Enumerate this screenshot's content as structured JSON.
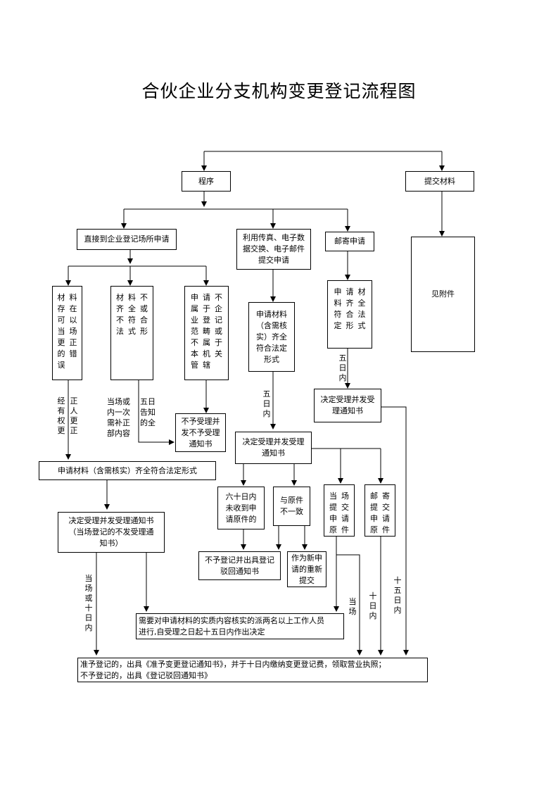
{
  "title": "合伙企业分支机构变更登记流程图",
  "nodes": {
    "procedure": "程序",
    "submit_materials": "提交材料",
    "see_attachment": "见附件",
    "direct_apply": "直接到企业登记场所申请",
    "electronic_apply": "利用传真、电子数\n据交换、电子邮件\n提交申请",
    "mail_apply": "邮寄申请",
    "correct_on_site": [
      "材存可当更的误",
      "料在以场正错"
    ],
    "incomplete": [
      "材齐不法",
      "料全符式",
      "不或合形"
    ],
    "not_in_scope": [
      "申属业范不本管",
      "请于登畴属机辖",
      "不企记或于关"
    ],
    "electronic_materials": "申请材料\n（含需核\n实）齐全\n符合法定\n形式",
    "mail_materials": [
      "申料符定",
      "请齐合形",
      "材全法式"
    ],
    "decide_accept_mail": "决定受理并发受\n理通知书",
    "not_accept": "不予受理并\n发不予受理\n通知书",
    "materials_complete": "申请材料（含需核实）齐全符合法定形式",
    "decide_accept_electronic": "决定受理并发受理\n通知书",
    "decide_accept_direct": "决定受理并发受理通知书\n（当场登记的不发受理通\n知书）",
    "sixty_days": "六十日内\n未收到申\n请原件的",
    "inconsistent": "与原件\n不一致",
    "onsite_original": [
      "当提申原",
      "场交请件"
    ],
    "mail_original": [
      "邮提申原",
      "寄交请件"
    ],
    "reject_notice": "不予登记并出具登记\n驳回通知书",
    "resubmit": "作为新申\n请的重新\n提交",
    "verify": "需要对申请材料的实质内容核实的派两名以上工作人员\n进行,自受理之日起十五日内作出决定",
    "final": "准予登记的，出具《准予变更登记通知书》，并于十日内缴纳变更登记费，领取营业执照；\n不予登记的，出具《登记驳回通知书》"
  },
  "labels": {
    "correct_left": "经有权更",
    "correct_right": "正人更正",
    "notify_once": "当场或\n内一次\n需补正\n部内容",
    "notify_days": "五日\n告知\n的全",
    "five_days_a": "五日内",
    "five_days_b": "五日内",
    "onsite_or_ten": "当场或十日内",
    "onsite": "当场",
    "ten_days": "十日内",
    "fifteen_days": "十五日内"
  }
}
